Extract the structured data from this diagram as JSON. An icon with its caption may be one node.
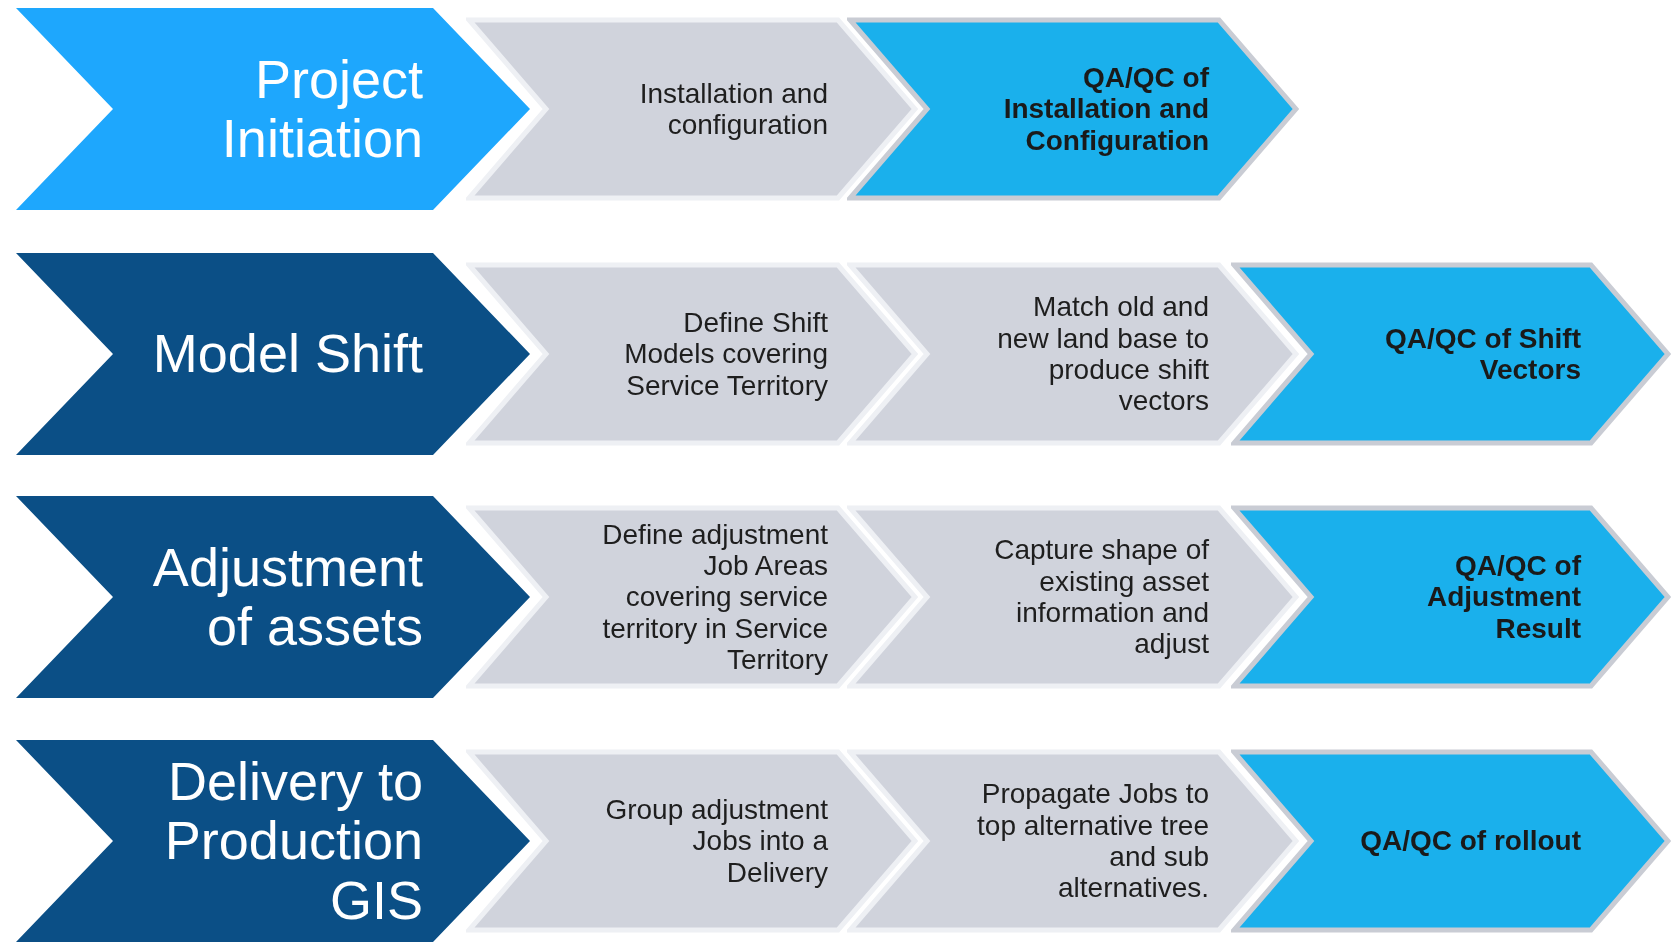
{
  "diagram": {
    "nodes": [
      {
        "text": [
          "Project Initiation"
        ]
      },
      {
        "text": [
          "Installation and configuration"
        ]
      },
      {
        "text": [
          "QA/QC of Installation and Configuration"
        ]
      },
      {
        "text": [
          "Model Shift"
        ]
      },
      {
        "text": [
          "Define Shift Models covering Service Territory"
        ]
      },
      {
        "text": [
          "Match old and new land base to produce shift vectors"
        ]
      },
      {
        "text": [
          "QA/QC of Shift Vectors"
        ]
      },
      {
        "text": [
          "Adjustment of assets"
        ]
      },
      {
        "text": [
          "Define adjustment Job Areas covering service territory in Service Territory"
        ]
      },
      {
        "text": [
          "Capture shape of existing asset information and adjust"
        ]
      },
      {
        "text": [
          "QA/QC of Adjustment Result"
        ]
      },
      {
        "text": [
          "Delivery to Production GIS"
        ]
      },
      {
        "text": [
          "Group adjustment Jobs into a Delivery"
        ]
      },
      {
        "text": [
          "Propagate Jobs to top alternative tree and sub alternatives."
        ]
      },
      {
        "text": [
          "QA/QC of rollout"
        ]
      }
    ]
  }
}
